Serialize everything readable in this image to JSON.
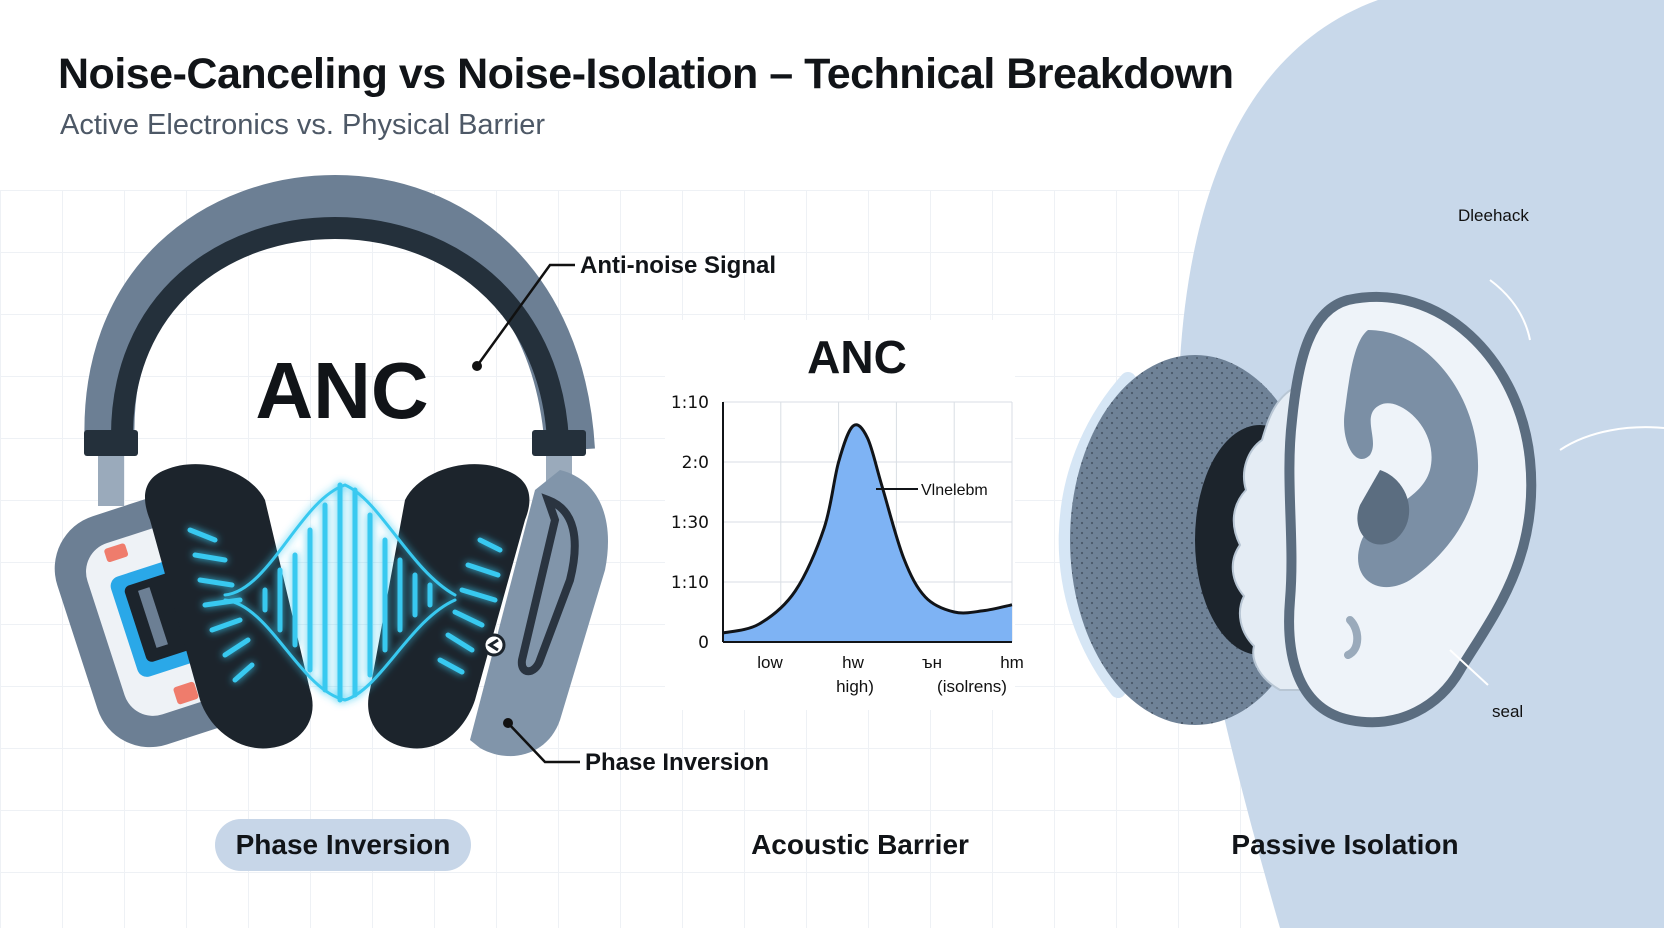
{
  "title": "Noise-Canceling vs Noise-Isolation – Technical Breakdown",
  "subtitle": "Active Electronics vs. Physical Barrier",
  "headphone": {
    "anc_label": "ANC",
    "callout_top": "Anti-noise Signal",
    "callout_bottom": "Phase Inversion"
  },
  "chart_data": {
    "type": "area",
    "title": "ANC",
    "y_ticks": [
      "0",
      "1:10",
      "1:30",
      "2:0",
      "1:10"
    ],
    "x_ticks": [
      {
        "top": "low",
        "bottom": ""
      },
      {
        "top": "hw",
        "bottom": "high)"
      },
      {
        "top": "ън",
        "bottom": "(isolrens)"
      },
      {
        "top": "hm",
        "bottom": ""
      }
    ],
    "ylim": [
      0,
      4
    ],
    "xlim": [
      0,
      4
    ],
    "series": [
      {
        "x": [
          0,
          0.5,
          1.0,
          1.4,
          1.6,
          1.8,
          2.0,
          2.2,
          2.5,
          2.8,
          3.2,
          3.6,
          4.0
        ],
        "y": [
          0.15,
          0.3,
          0.85,
          1.9,
          3.0,
          3.6,
          3.4,
          2.6,
          1.4,
          0.75,
          0.5,
          0.52,
          0.62
        ]
      }
    ],
    "peak_label": "Vlnelebm",
    "grid": true,
    "fill_color": "#7eb3f4"
  },
  "ear": {
    "label_top": "Dleehack",
    "label_seal": "seal"
  },
  "captions": {
    "left": "Phase Inversion",
    "center": "Acoustic Barrier",
    "right": "Passive Isolation"
  },
  "colors": {
    "accent_cyan": "#39c9f0",
    "dark": "#1c242c",
    "slate": "#6c7f94",
    "pill": "#c7d6e8",
    "panel": "#c8d8ea"
  }
}
